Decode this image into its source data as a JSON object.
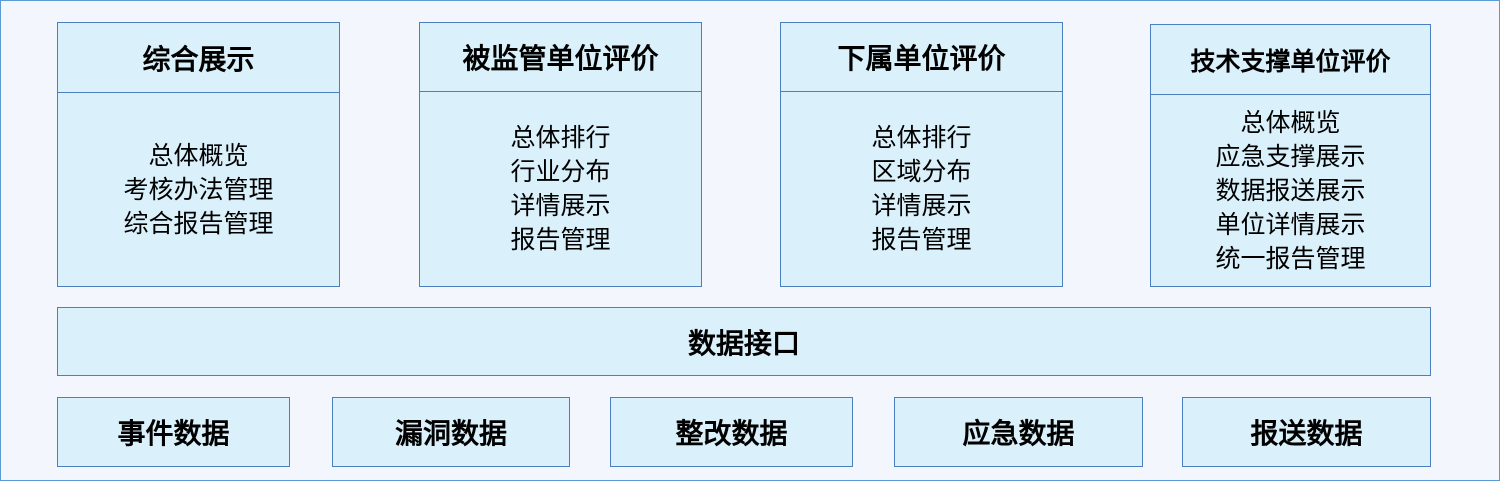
{
  "modules": [
    {
      "title": "综合展示",
      "items": [
        "总体概览",
        "考核办法管理",
        "综合报告管理"
      ]
    },
    {
      "title": "被监管单位评价",
      "items": [
        "总体排行",
        "行业分布",
        "详情展示",
        "报告管理"
      ]
    },
    {
      "title": "下属单位评价",
      "items": [
        "总体排行",
        "区域分布",
        "详情展示",
        "报告管理"
      ]
    },
    {
      "title": "技术支撑单位评价",
      "items": [
        "总体概览",
        "应急支撑展示",
        "数据报送展示",
        "单位详情展示",
        "统一报告管理"
      ]
    }
  ],
  "interface": {
    "label": "数据接口"
  },
  "sources": [
    "事件数据",
    "漏洞数据",
    "整改数据",
    "应急数据",
    "报送数据"
  ],
  "colors": {
    "box_fill": "#daf0fa",
    "box_border": "#4b7fbf",
    "background": "#f3f6fd",
    "frame_border": "#5b9bd5"
  }
}
